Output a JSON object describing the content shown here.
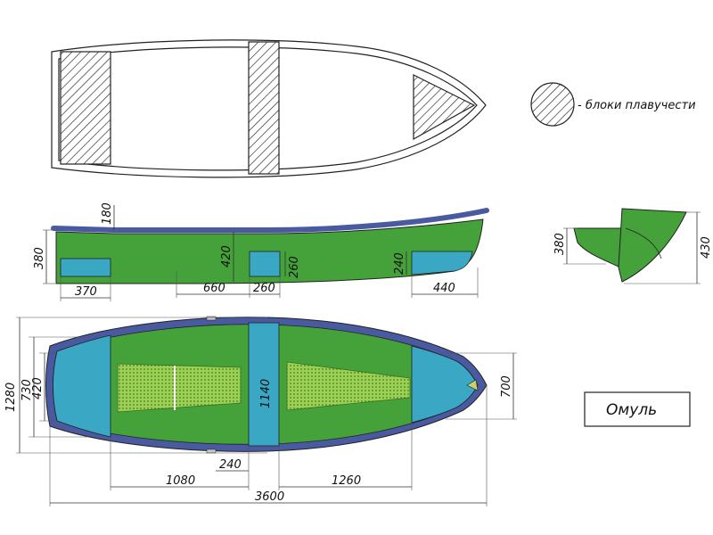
{
  "legend": {
    "label": "- блоки плавучести"
  },
  "title_box": {
    "label": "Омуль"
  },
  "colors": {
    "hull_green": "#45a23a",
    "hull_rim": "#4a5aa0",
    "flotation_blue": "#3aa7c4",
    "mesh": "#93c94a",
    "outline": "#222222"
  },
  "side_view": {
    "dims": {
      "d180": "180",
      "d380": "380",
      "d420": "420",
      "d260v": "260",
      "d240": "240",
      "d370": "370",
      "d660": "660",
      "d260h": "260",
      "d440": "440"
    }
  },
  "section_view": {
    "dims": {
      "d380": "380",
      "d430": "430"
    }
  },
  "top_view": {
    "dims": {
      "d1280": "1280",
      "d730": "730",
      "d420": "420",
      "d1140": "1140",
      "d700": "700",
      "d240": "240",
      "d1080": "1080",
      "d1260": "1260",
      "d3600": "3600"
    }
  }
}
